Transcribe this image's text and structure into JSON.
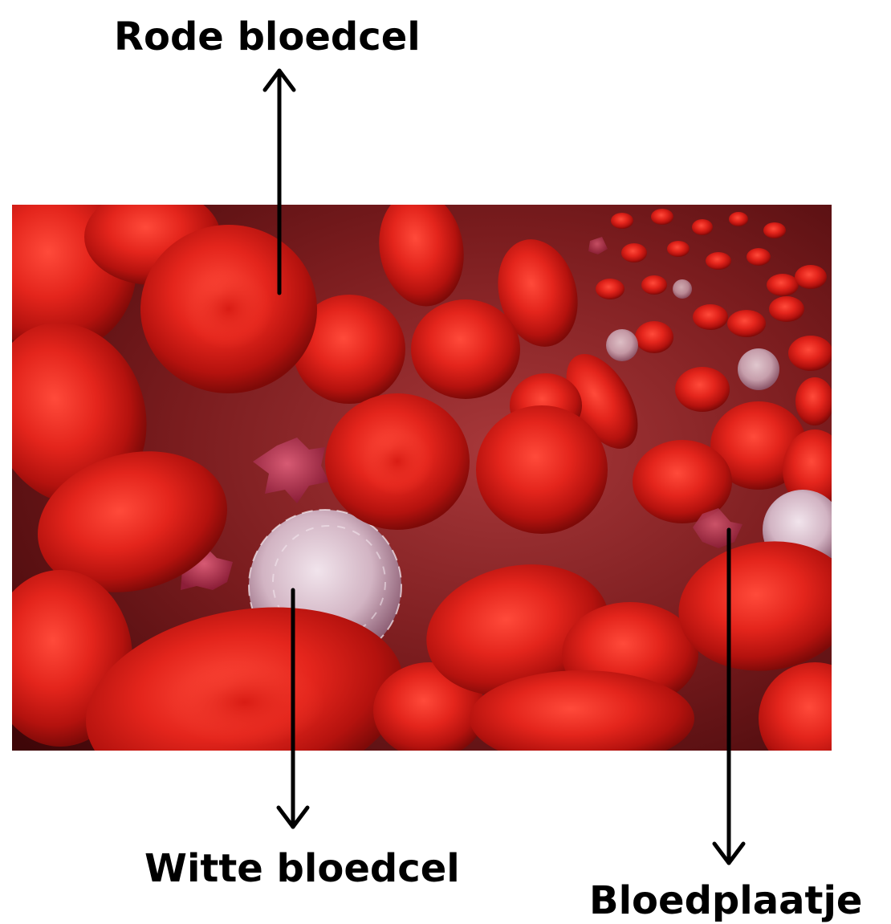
{
  "labels": {
    "red_blood_cell": "Rode bloedcel",
    "white_blood_cell": "Witte bloedcel",
    "platelet": "Bloedplaatje"
  },
  "colors": {
    "red_cell": "#e4251c",
    "white_cell": "#d9c4cf",
    "platelet": "#b8324e",
    "vessel_wall": "#6e1416",
    "arrow": "#000000"
  }
}
